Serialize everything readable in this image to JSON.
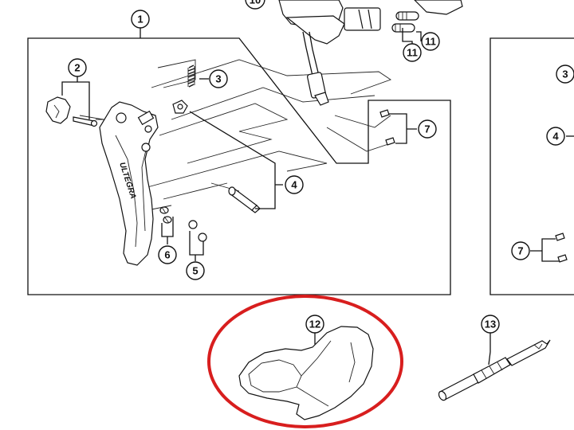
{
  "diagram": {
    "brand_text": "ULTEGRA",
    "highlight_color": "#d81e1e",
    "line_color": "#111111",
    "callouts": {
      "c1": "1",
      "c2": "2",
      "c3": "3",
      "c4": "4",
      "c5": "5",
      "c6": "6",
      "c7": "7",
      "c10": "10",
      "c11a": "11",
      "c11b": "11",
      "c12": "12",
      "c13": "13",
      "r3": "3",
      "r4": "4",
      "r7": "7"
    }
  }
}
